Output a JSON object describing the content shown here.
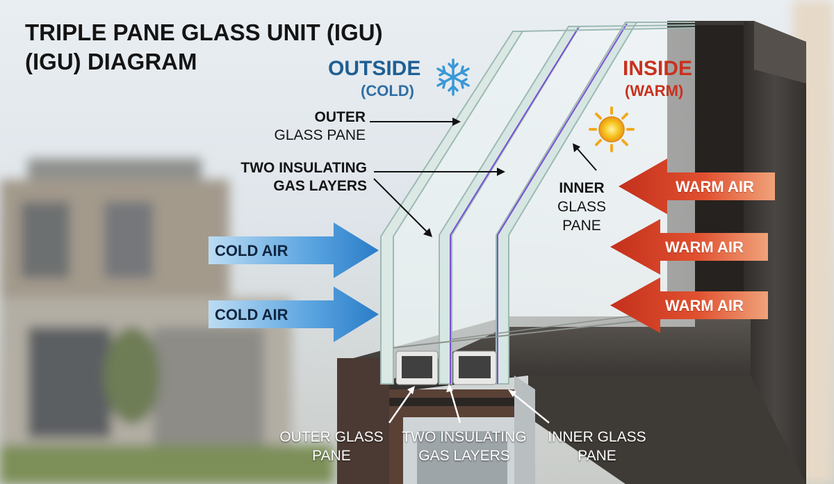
{
  "title": {
    "line1": "TRIPLE PANE GLASS UNIT (IGU)",
    "line2": "(IGU) DIAGRAM"
  },
  "outside": {
    "heading": "OUTSIDE",
    "sub": "(COLD)",
    "icon": "snowflake-icon"
  },
  "inside": {
    "heading": "INSIDE",
    "sub": "(WARM)",
    "icon": "sun-icon"
  },
  "callouts": {
    "outer_pane": {
      "bold": "OUTER",
      "normal": "GLASS PANE"
    },
    "gas_layers": {
      "line1": "TWO INSULATING",
      "line2": "GAS LAYERS"
    },
    "inner_pane": {
      "bold": "INNER",
      "line2": "GLASS",
      "line3": "PANE"
    }
  },
  "arrows": {
    "cold": [
      "COLD AIR",
      "COLD AIR"
    ],
    "warm": [
      "WARM AIR",
      "WARM AIR",
      "WARM AIR"
    ]
  },
  "bottom_labels": {
    "outer": {
      "line1": "OUTER GLASS",
      "line2": "PANE"
    },
    "gas": {
      "line1": "TWO INSULATING",
      "line2": "GAS LAYERS"
    },
    "inner": {
      "line1": "INNER GLASS",
      "line2": "PANE"
    }
  },
  "colors": {
    "cold_arrow": "#3a8fd6",
    "warm_arrow": "#d8402a",
    "outside_text": "#1f5f93",
    "inside_text": "#c8321e",
    "frame": "#3b3936"
  }
}
